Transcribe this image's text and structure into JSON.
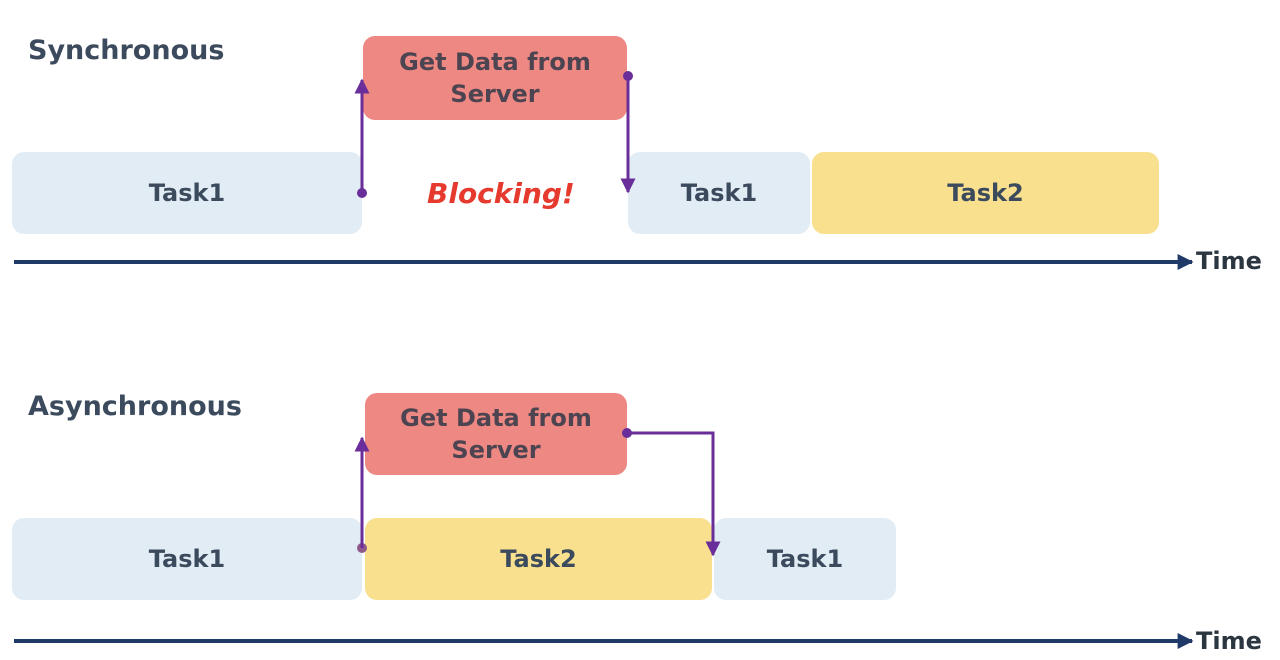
{
  "colors": {
    "task1": "#e2ecf5",
    "task2": "#f8e08e",
    "server": "#ee8883",
    "arrow": "#6a2e9a",
    "axis": "#1f3a68",
    "blocking": "#e63a2e"
  },
  "synchronous": {
    "title": "Synchronous",
    "task1_label": "Task1",
    "server_label": "Get Data from\nServer",
    "blocking_label": "Blocking!",
    "task1_resume_label": "Task1",
    "task2_label": "Task2",
    "time_label": "Time"
  },
  "asynchronous": {
    "title": "Asynchronous",
    "task1_label": "Task1",
    "server_label": "Get Data from\nServer",
    "task2_label": "Task2",
    "task1_resume_label": "Task1",
    "time_label": "Time"
  }
}
